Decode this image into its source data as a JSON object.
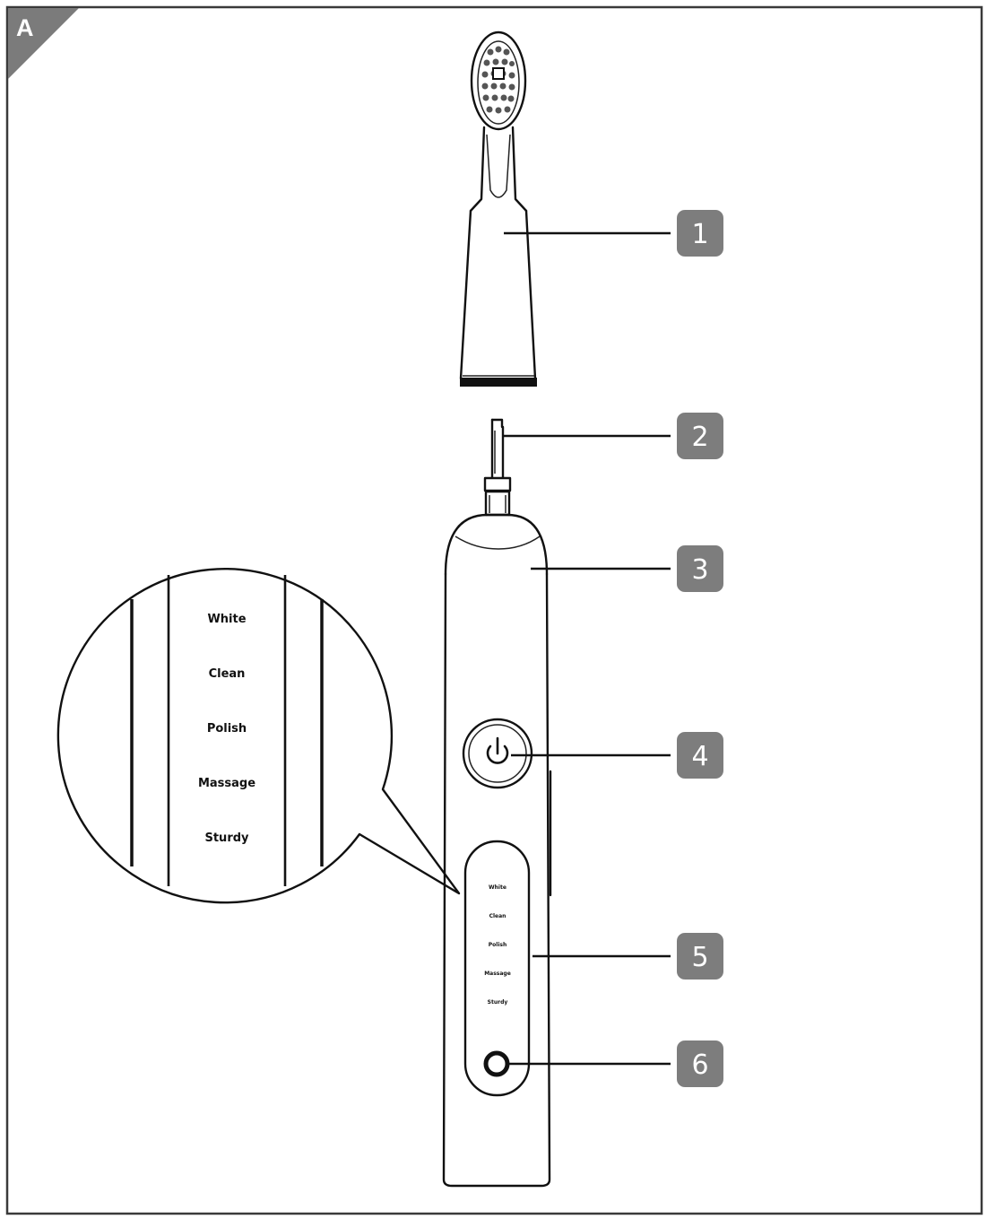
{
  "figure_label": "A",
  "callouts": [
    {
      "number": "1",
      "part": "brush-head"
    },
    {
      "number": "2",
      "part": "drive-shaft"
    },
    {
      "number": "3",
      "part": "handle"
    },
    {
      "number": "4",
      "part": "power-button"
    },
    {
      "number": "5",
      "part": "mode-indicators"
    },
    {
      "number": "6",
      "part": "mode-button"
    }
  ],
  "modes": [
    "White",
    "Clean",
    "Polish",
    "Massage",
    "Sturdy"
  ],
  "colors": {
    "line": "#111111",
    "callout_fill": "#7d7d7d",
    "callout_text": "#ffffff",
    "corner_tab": "#7b7b7b",
    "frame": "#3a3a3a"
  }
}
